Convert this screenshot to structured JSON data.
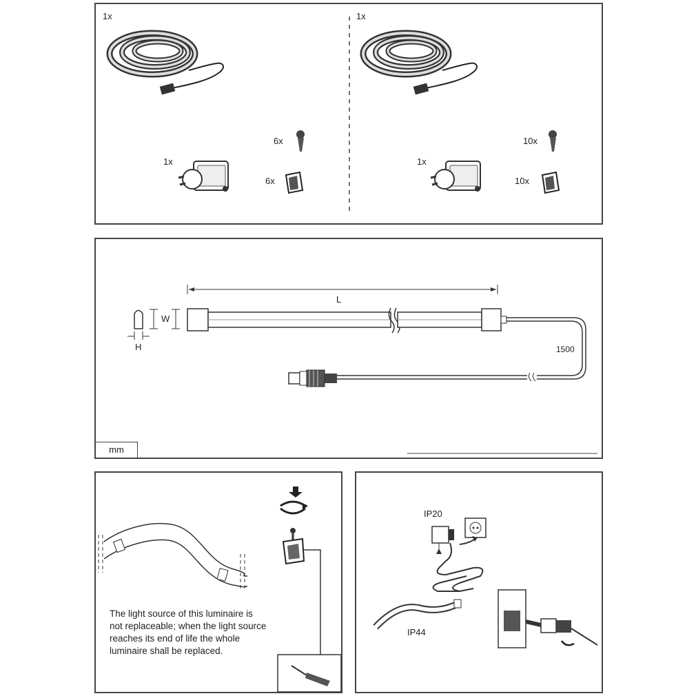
{
  "panel1": {
    "left": {
      "strip_qty": "1x",
      "screw_qty": "6x",
      "adapter_qty": "1x",
      "clip_qty": "6x"
    },
    "right": {
      "strip_qty": "1x",
      "screw_qty": "10x",
      "adapter_qty": "1x",
      "clip_qty": "10x"
    }
  },
  "panel2": {
    "length_label": "L",
    "width_label": "W",
    "height_label": "H",
    "cable_length": "1500",
    "unit": "mm"
  },
  "panel3": {
    "note": "The light source of this luminaire is not replaceable; when the light source reaches its end of life the whole luminaire shall be replaced."
  },
  "panel4": {
    "adapter_rating": "IP20",
    "strip_rating": "IP44"
  }
}
